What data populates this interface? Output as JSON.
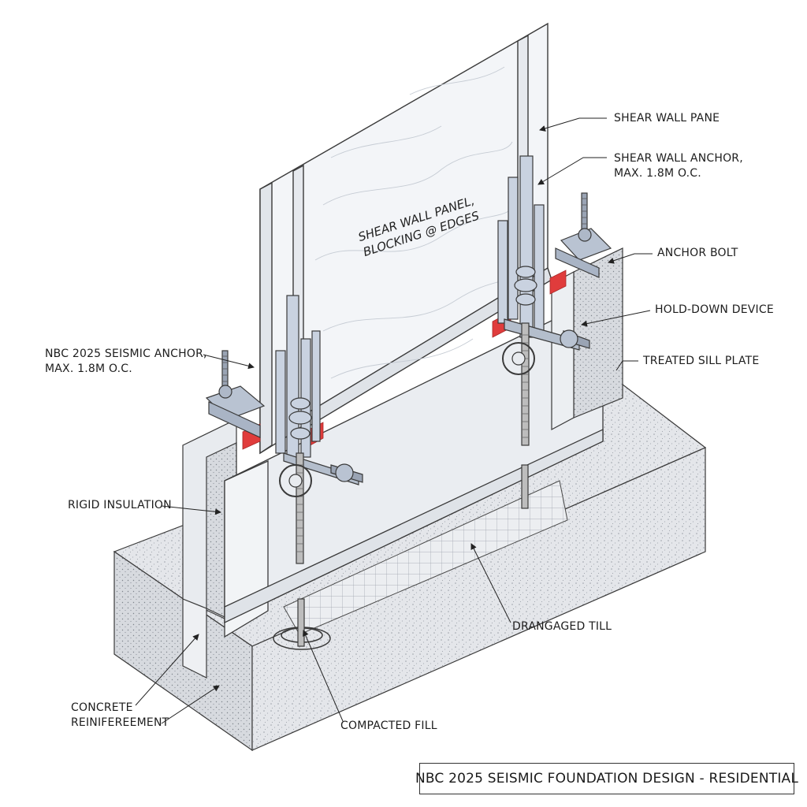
{
  "title": "NBC 2025 SEISMIC FOUNDATION DESIGN - RESIDENTIAL",
  "panel_note": "SHEAR WALL PANEL,\nBLOCKING @ EDGES",
  "labels": {
    "shear_wall_pane": "SHEAR WALL PANE",
    "shear_wall_anchor": "SHEAR WALL ANCHOR,\nMAX. 1.8M O.C.",
    "anchor_bolt": "ANCHOR BOLT",
    "hold_down_device": "HOLD-DOWN DEVICE",
    "treated_sill_plate": "TREATED SILL PLATE",
    "seismic_anchor": "NBC 2025 SEISMIC ANCHOR,\nMAX. 1.8M O.C.",
    "rigid_insulation": "RIGID INSULATION",
    "drainaged_till": "DRANGAGED TILL",
    "concrete_reinforcement": "CONCRETE\nREINIFEREEMENT",
    "compacted_fill": "COMPACTED FILL"
  },
  "colors": {
    "line": "#3a3a3a",
    "concrete": "#e9ebee",
    "steel": "#c9d2e0",
    "accent_red": "#e03c3c"
  }
}
